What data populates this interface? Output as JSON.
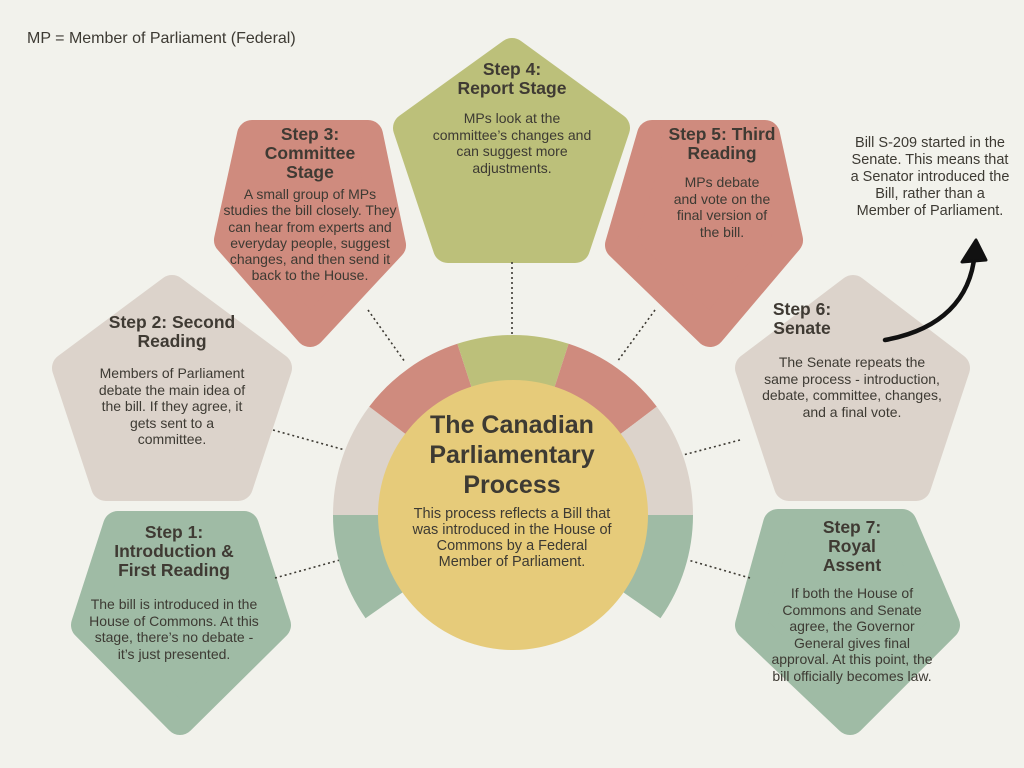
{
  "legend": "MP = Member of Parliament (Federal)",
  "center": {
    "title": "The Canadian Parliamentary Process",
    "description": "This process reflects a Bill that was introduced in the House of Commons by a Federal Member of Parliament."
  },
  "note": "Bill S-209 started in the Senate. This means that a Senator introduced the Bill, rather than a Member of Parliament.",
  "steps": [
    {
      "title": "Step 1: Introduction & First Reading",
      "text": "The bill is introduced in the House of Commons. At this stage, there’s no debate - it’s just presented."
    },
    {
      "title": "Step 2: Second Reading",
      "text": "Members of Parliament debate the main idea of the bill. If they agree, it gets sent to a committee."
    },
    {
      "title": "Step 3: Committee Stage",
      "text": "A small group of MPs studies the bill closely. They can hear from experts and everyday people, suggest changes, and then send it back to the House."
    },
    {
      "title": "Step 4: Report Stage",
      "text": "MPs look at the committee’s changes and can suggest more adjustments."
    },
    {
      "title": "Step 5: Third Reading",
      "text": "MPs debate and vote on the final version of the bill."
    },
    {
      "title": "Step 6: Senate",
      "text": "The Senate repeats the same process - introduction, debate, committee, changes, and a final vote."
    },
    {
      "title": "Step 7: Royal Assent",
      "text": "If both the House of Commons and Senate agree, the Governor General gives final approval. At this point, the bill officially becomes law."
    }
  ],
  "colors": {
    "green": "#9fbba5",
    "beige": "#dcd3cb",
    "red": "#cf8b7e",
    "olive": "#bcc07a",
    "yellow": "#e6cb7a",
    "background": "#f2f2ec"
  }
}
